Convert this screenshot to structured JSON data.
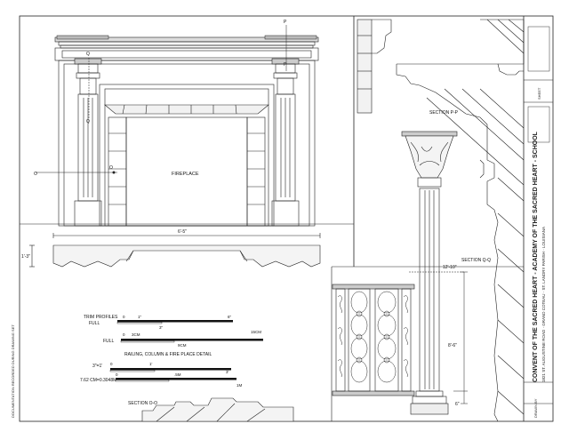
{
  "sheet": {
    "side_title": "CONVENT OF THE SACRED HEART - ACADEMY OF THE SACRED HEART - SCHOOL",
    "side_subtitle": "1821 ST. AUGUSTINE ROAD · GRAND COTEAU · ST. LANDRY PARISH · LOUISIANA",
    "left_margin_note": "DOCUMENTATION RECORDED DURING DRAWING SET",
    "drawn_by_label": "DRAWN BY",
    "sheet_label": "SHEET"
  },
  "fireplace": {
    "label": "FIREPLACE",
    "section_mark_o_left": "O",
    "section_mark_o_right": "O",
    "section_mark_q_top": "Q",
    "section_mark_q_bottom": "Q",
    "section_mark_p_top": "P",
    "section_mark_p_bottom": "P",
    "width_dim": "6'-5\"",
    "height_dim": "1'-3\""
  },
  "sections": {
    "pp": "SECTION P-P",
    "qq": "SECTION Q-Q",
    "oo": "SECTION O-O"
  },
  "column_dims": {
    "top": "12'-10\"",
    "middle": "8'-6\"",
    "base": "6\""
  },
  "scales": {
    "trim_label": "TRIM PROFILES",
    "trim_sub": "FULL",
    "trim_ticks": [
      "0",
      "1\"",
      "3\"",
      "6\""
    ],
    "trim_cm": "15CM",
    "full_label": "FULL",
    "full_ticks": [
      "0",
      "3CM",
      "9CM"
    ],
    "caption": "RAILING, COLUMN & FIRE PLACE DETAIL",
    "imperial_label": "3\"=1'",
    "imperial_ticks": [
      "0",
      "1'",
      "3'"
    ],
    "metric_label": "7.62 CM=0.3048M",
    "metric_ticks": [
      "0",
      ".5M",
      "1M"
    ]
  }
}
